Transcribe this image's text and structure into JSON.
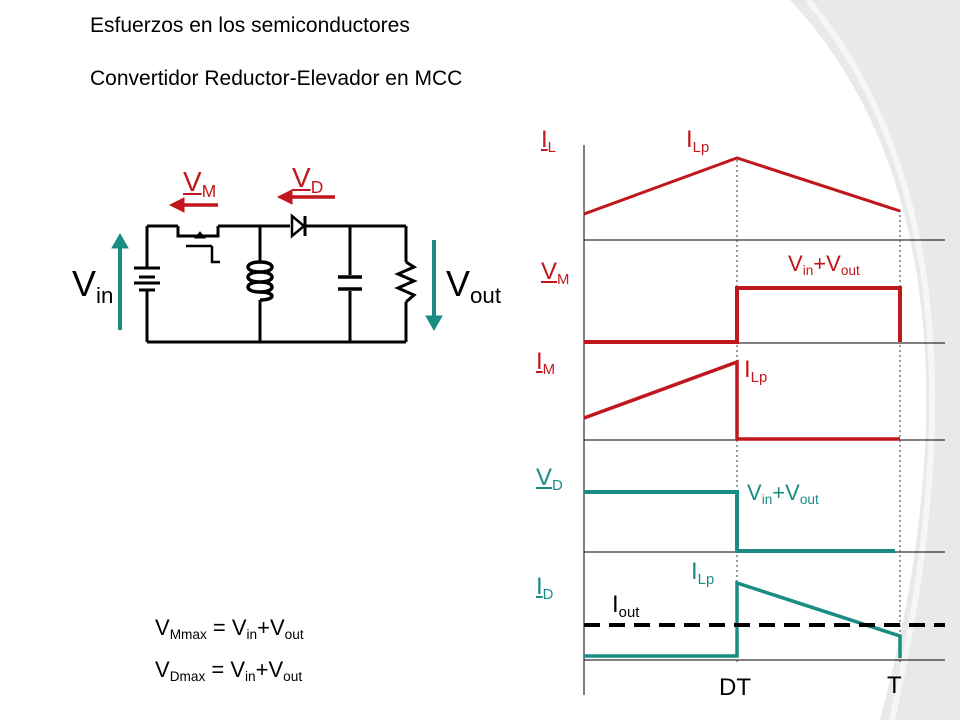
{
  "slide": {
    "title": "Esfuerzos en los semiconductores",
    "subtitle": "Convertidor Reductor-Elevador en MCC",
    "colors": {
      "red": "#c0171c",
      "teal": "#1b8c84",
      "background_curve": "#e6e6e6"
    }
  },
  "circuit": {
    "vin": {
      "main": "V",
      "sub": "in"
    },
    "vout": {
      "main": "V",
      "sub": "out"
    },
    "vm": {
      "main": "V",
      "sub": "M"
    },
    "vd": {
      "main": "V",
      "sub": "D"
    },
    "components": [
      "battery",
      "mosfet-switch",
      "diode",
      "inductor",
      "capacitor",
      "resistor"
    ]
  },
  "formulas": [
    {
      "main": "V",
      "sub": "Mmax",
      "eq": " = V",
      "sub2": "in",
      "plus": "+V",
      "sub3": "out"
    },
    {
      "main": "V",
      "sub": "Dmax",
      "eq": " = V",
      "sub2": "in",
      "plus": "+V",
      "sub3": "out"
    }
  ],
  "waveforms": {
    "il": {
      "main": "I",
      "sub": "L",
      "peak_main": "I",
      "peak_sub": "Lp"
    },
    "vm": {
      "main": "V",
      "sub": "M",
      "level_main": "V",
      "level_sub": "in",
      "level_plus": "+V",
      "level_sub2": "out"
    },
    "im": {
      "main": "I",
      "sub": "M",
      "peak_main": "I",
      "peak_sub": "Lp"
    },
    "vd": {
      "main": "V",
      "sub": "D",
      "level_main": "V",
      "level_sub": "in",
      "level_plus": "+V",
      "level_sub2": "out"
    },
    "id": {
      "main": "I",
      "sub": "D",
      "peak_main": "I",
      "peak_sub": "Lp",
      "avg_main": "I",
      "avg_sub": "out"
    },
    "time_axis": {
      "dt": "DT",
      "t": "T"
    }
  }
}
